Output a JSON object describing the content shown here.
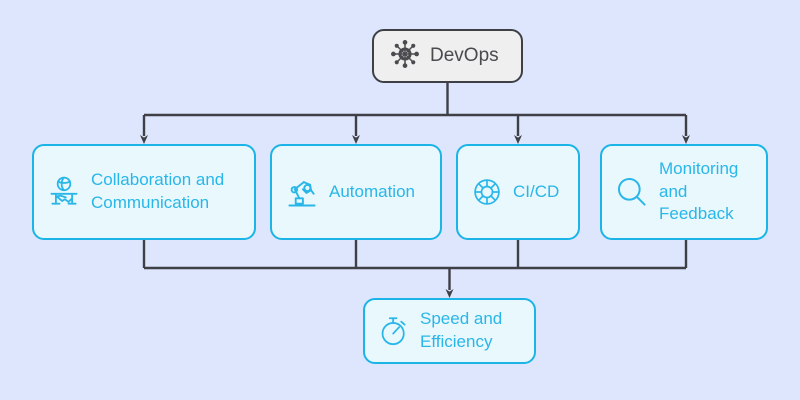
{
  "diagram": {
    "title": "DevOps",
    "background_color": "#dee6fd",
    "accent_color": "#1bb4e6",
    "root_border_color": "#3f3f46",
    "root_fill_color": "#efefef",
    "node_fill_color": "#e8f8fd",
    "label_color": "#29b6e8",
    "connector_color": "#3f3f46"
  },
  "root": {
    "label": "DevOps",
    "icon": "network-hub-icon"
  },
  "children": [
    {
      "label": "Collaboration and Communication",
      "icon": "handshake-globe-icon"
    },
    {
      "label": "Automation",
      "icon": "robotic-arm-icon"
    },
    {
      "label": "CI/CD",
      "icon": "cycle-ring-icon"
    },
    {
      "label": "Monitoring and Feedback",
      "icon": "magnifier-icon"
    }
  ],
  "outcome": {
    "label": "Speed and Efficiency",
    "icon": "stopwatch-icon"
  }
}
